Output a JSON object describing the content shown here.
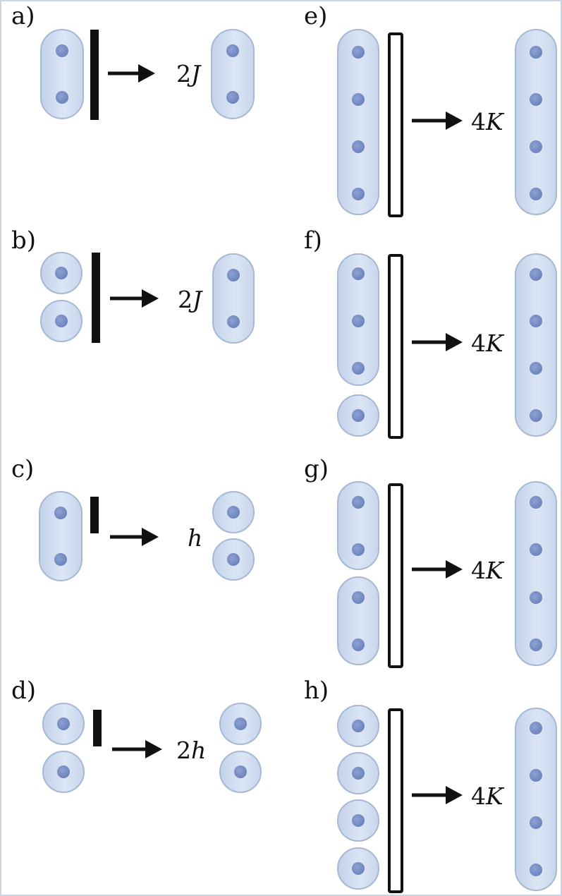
{
  "panels": [
    {
      "label": "a)",
      "coefficient": "2",
      "variable": "J",
      "bar": "solid",
      "left": [
        "pair"
      ],
      "right": [
        "pair"
      ]
    },
    {
      "label": "b)",
      "coefficient": "2",
      "variable": "J",
      "bar": "solid",
      "left": [
        "single",
        "single"
      ],
      "right": [
        "pair"
      ]
    },
    {
      "label": "c)",
      "coefficient": "",
      "variable": "h",
      "bar": "solid",
      "left": [
        "pair"
      ],
      "right": [
        "single",
        "single"
      ]
    },
    {
      "label": "d)",
      "coefficient": "2",
      "variable": "h",
      "bar": "solid",
      "left": [
        "single",
        "single"
      ],
      "right": [
        "single",
        "single"
      ]
    },
    {
      "label": "e)",
      "coefficient": "4",
      "variable": "K",
      "bar": "outline",
      "left": [
        "quad"
      ],
      "right": [
        "quad"
      ]
    },
    {
      "label": "f)",
      "coefficient": "4",
      "variable": "K",
      "bar": "outline",
      "left": [
        "triple",
        "single"
      ],
      "right": [
        "quad"
      ]
    },
    {
      "label": "g)",
      "coefficient": "4",
      "variable": "K",
      "bar": "outline",
      "left": [
        "pair",
        "pair"
      ],
      "right": [
        "quad"
      ]
    },
    {
      "label": "h)",
      "coefficient": "4",
      "variable": "K",
      "bar": "outline",
      "left": [
        "single",
        "single",
        "single",
        "single"
      ],
      "right": [
        "quad"
      ]
    }
  ],
  "colors": {
    "capsule_fill": "#d4e0f1",
    "capsule_stroke": "#a7b8d4",
    "dot": "#7b91c6",
    "bar": "#111111",
    "arrow": "#111111",
    "border": "#c9d3e2"
  }
}
